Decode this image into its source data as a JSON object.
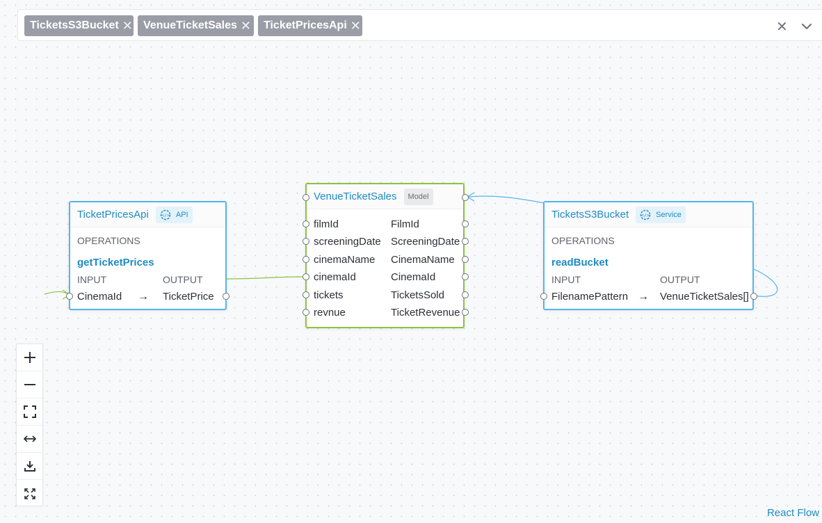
{
  "filter_bar": {
    "chips": [
      {
        "label": "TicketsS3Bucket"
      },
      {
        "label": "VenueTicketSales"
      },
      {
        "label": "TicketPricesApi"
      }
    ],
    "chip_remove_glyph": "✕",
    "clear_glyph": "✕",
    "clear_icon": "close-icon",
    "dropdown_icon": "chevron-down-icon"
  },
  "nodes": {
    "ticket_prices_api": {
      "title": "TicketPricesApi",
      "badge": "API",
      "badge_icon": "gear-code-icon",
      "section_label": "OPERATIONS",
      "operation": "getTicketPrices",
      "input_label": "INPUT",
      "output_label": "OUTPUT",
      "input": "CinemaId",
      "arrow": "→",
      "output": "TicketPrice"
    },
    "venue_ticket_sales": {
      "title": "VenueTicketSales",
      "badge": "Model",
      "fields": [
        {
          "name": "filmId",
          "type": "FilmId"
        },
        {
          "name": "screeningDate",
          "type": "ScreeningDate"
        },
        {
          "name": "cinemaName",
          "type": "CinemaName"
        },
        {
          "name": "cinemaId",
          "type": "CinemaId"
        },
        {
          "name": "tickets",
          "type": "TicketsSold"
        },
        {
          "name": "revnue",
          "type": "TicketRevenue"
        }
      ]
    },
    "tickets_s3_bucket": {
      "title": "TicketsS3Bucket",
      "badge": "Service",
      "badge_icon": "gear-code-icon",
      "section_label": "OPERATIONS",
      "operation": "readBucket",
      "input_label": "INPUT",
      "output_label": "OUTPUT",
      "input": "FilenamePattern",
      "arrow": "→",
      "output": "VenueTicketSales[]"
    }
  },
  "edges": [
    {
      "from": "TicketPricesApi.TicketPrice",
      "to": "VenueTicketSales.cinemaId",
      "color": "#8ac43f"
    },
    {
      "from": "TicketsS3Bucket",
      "to": "VenueTicketSales",
      "color": "#52b6ea"
    },
    {
      "from": "TicketsS3Bucket.VenueTicketSales[]",
      "to": "TicketsS3Bucket.VenueTicketSales[]",
      "color": "#52b6ea"
    },
    {
      "from": "TicketPricesApi.CinemaId",
      "to": "TicketPricesApi.CinemaId",
      "color": "#8ac43f"
    }
  ],
  "controls": [
    {
      "name": "zoom-in",
      "icon": "plus-icon"
    },
    {
      "name": "zoom-out",
      "icon": "minus-icon"
    },
    {
      "name": "fit-view",
      "icon": "fit-view-icon"
    },
    {
      "name": "expand-horizontal",
      "icon": "horizontal-arrows-icon"
    },
    {
      "name": "download",
      "icon": "download-icon"
    },
    {
      "name": "fullscreen",
      "icon": "fullscreen-icon"
    }
  ],
  "colors": {
    "accent": "#1e8bc3",
    "service_border": "#52b6ea",
    "model_border": "#8ac43f",
    "chip_bg": "#9a9da6"
  },
  "attribution": "React Flow"
}
